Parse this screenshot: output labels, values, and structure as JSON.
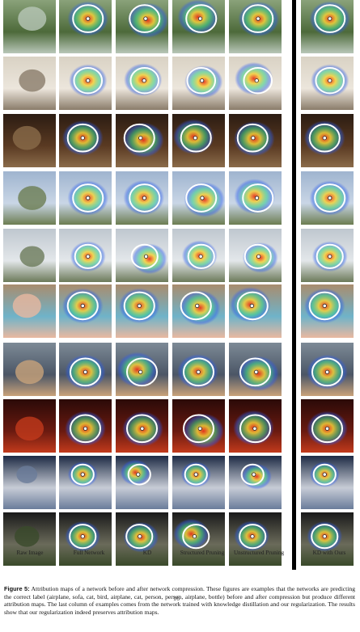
{
  "figure": {
    "columns": [
      "Raw Image",
      "Full Network",
      "KD",
      "Structured Pruning",
      "Unstructured Pruning",
      "KD with Ours"
    ],
    "rows": [
      "airplane",
      "sofa",
      "cat",
      "bird",
      "airplane",
      "cat",
      "person",
      "person",
      "airplane",
      "bottle"
    ],
    "caption_label": "Figure 5:",
    "caption_text": "Attribution maps of a network before and after network compression. These figures are examples that the networks are predicting the correct label (airplane, sofa, cat, bird, airplane, cat, person, person, airplane, bottle) before and after compression but produce different attribution maps. The last column of examples comes from the network trained with knowledge distillation and our regularization. The results show that our regularization indeed preserves attribution maps.",
    "page_number": "16"
  },
  "colors": {
    "heat_hot": "#e8321e",
    "heat_warm": "#f5d23a",
    "heat_mid": "#3fd28c",
    "heat_cool": "#2c5cf0",
    "outline": "#ffffff",
    "divider": "#000000"
  }
}
